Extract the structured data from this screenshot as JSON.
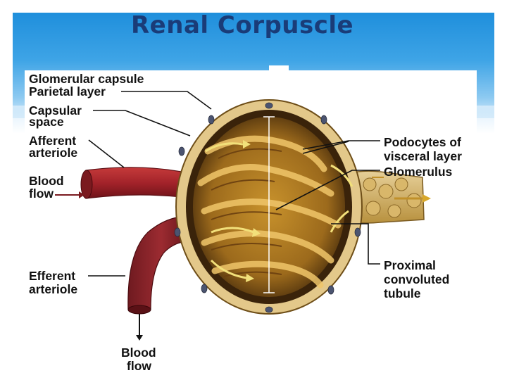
{
  "slide": {
    "title": "Renal Corpuscle"
  },
  "diagram": {
    "labels": {
      "glomerular_capsule": "Glomerular capsule",
      "parietal_layer": "Parietal layer",
      "capsular_space_1": "Capsular",
      "capsular_space_2": "space",
      "afferent_1": "Afferent",
      "afferent_2": "arteriole",
      "blood_flow_in_1": "Blood",
      "blood_flow_in_2": "flow",
      "efferent_1": "Efferent",
      "efferent_2": "arteriole",
      "blood_flow_out_1": "Blood",
      "blood_flow_out_2": "flow",
      "podocytes_1": "Podocytes of",
      "podocytes_2": "visceral layer",
      "glomerulus": "Glomerulus",
      "pct_1": "Proximal",
      "pct_2": "convoluted",
      "pct_3": "tubule"
    }
  }
}
